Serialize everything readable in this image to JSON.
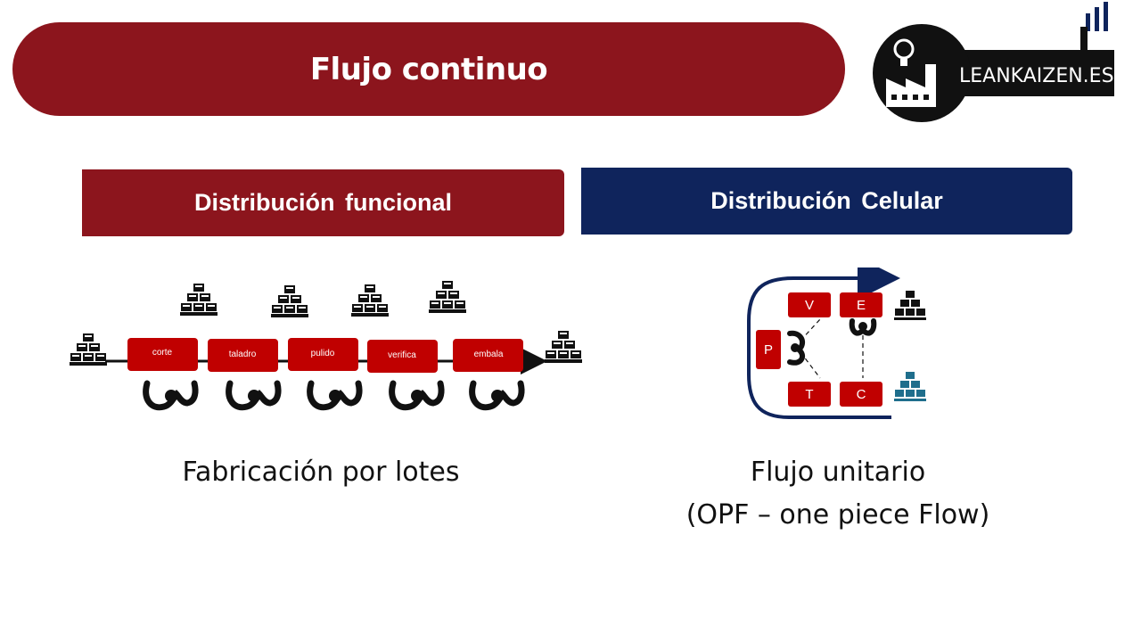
{
  "title": "Flujo continuo",
  "logo": {
    "text": "LEANKAIZEN.ES"
  },
  "functional": {
    "header": "Distribución  funcional",
    "stations": [
      "corte",
      "taladro",
      "pulido",
      "verifica",
      "embala"
    ],
    "caption": "Fabricación por lotes"
  },
  "cellular": {
    "header": "Distribución  Celular",
    "cells": {
      "p": "P",
      "v": "V",
      "e": "E",
      "t": "T",
      "c": "C"
    },
    "caption_line1": "Flujo unitario",
    "caption_line2": "(OPF – one piece Flow)"
  },
  "colors": {
    "red": "#8c151d",
    "navy": "#0f245c",
    "station_red": "#c00000",
    "teal_stack": "#1f6e8c"
  }
}
